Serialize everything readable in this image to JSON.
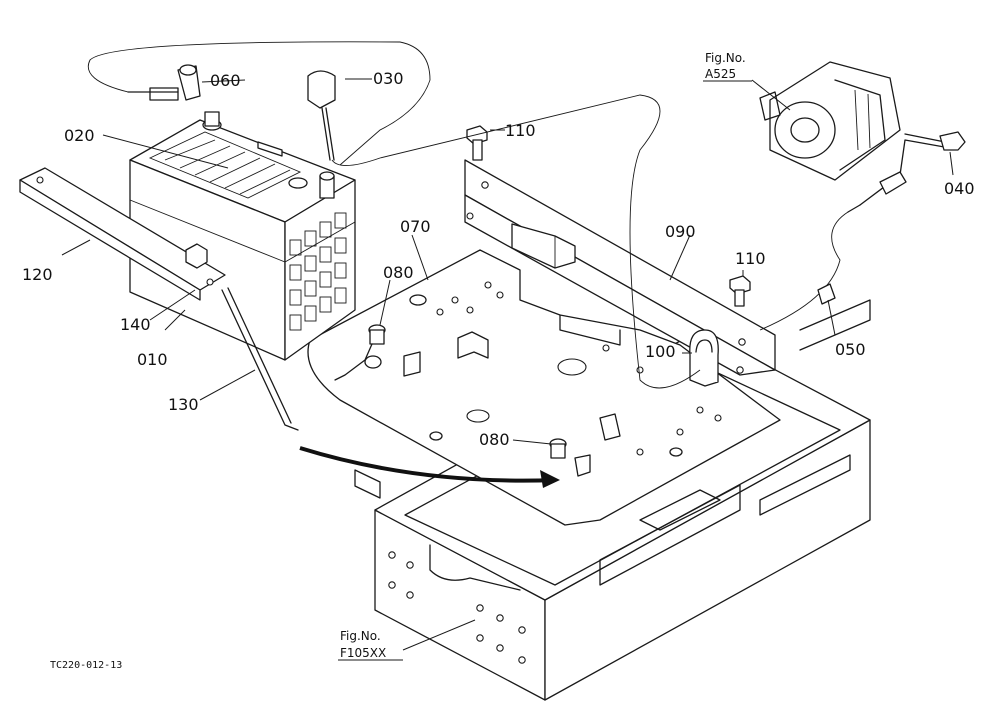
{
  "parts": {
    "p010": "010",
    "p020": "020",
    "p030": "030",
    "p040": "040",
    "p050": "050",
    "p060": "060",
    "p070": "070",
    "p080a": "080",
    "p080b": "080",
    "p090": "090",
    "p100": "100",
    "p110a": "110",
    "p110b": "110",
    "p120": "120",
    "p130": "130",
    "p140": "140"
  },
  "refs": {
    "starter_label": "Fig.No.",
    "starter_code": "A525",
    "frame_label": "Fig.No.",
    "frame_code": "F105XX"
  },
  "drawing_code": "TC220-012-13"
}
